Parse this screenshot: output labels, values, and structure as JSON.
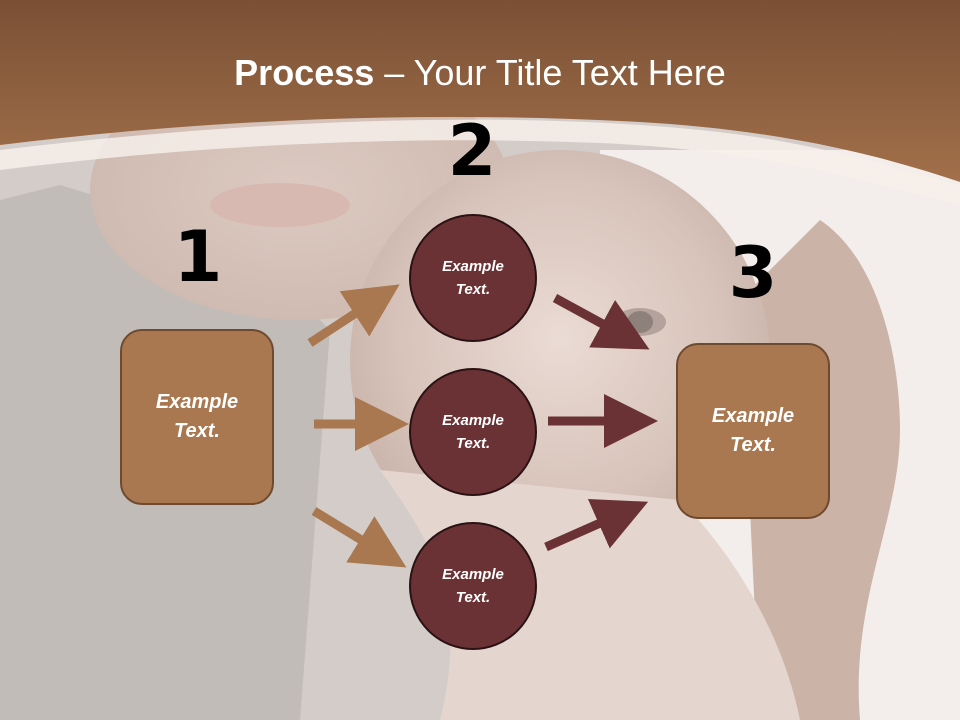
{
  "slide": {
    "title_bold": "Process",
    "title_rest": " – Your Title Text Here",
    "steps": [
      {
        "number": "1",
        "box_line1": "Example",
        "box_line2": "Text."
      },
      {
        "number": "2"
      },
      {
        "number": "3",
        "box_line1": "Example",
        "box_line2": "Text."
      }
    ],
    "circles": [
      {
        "line1": "Example",
        "line2": "Text."
      },
      {
        "line1": "Example",
        "line2": "Text."
      },
      {
        "line1": "Example",
        "line2": "Text."
      }
    ]
  },
  "colors": {
    "header_band": "#9a6742",
    "box_fill": "#a97750",
    "circle_fill": "#6a3234",
    "arrow_light": "#a97750",
    "arrow_dark": "#6a3234"
  },
  "background_photo": "faded photo of adult holding infant"
}
